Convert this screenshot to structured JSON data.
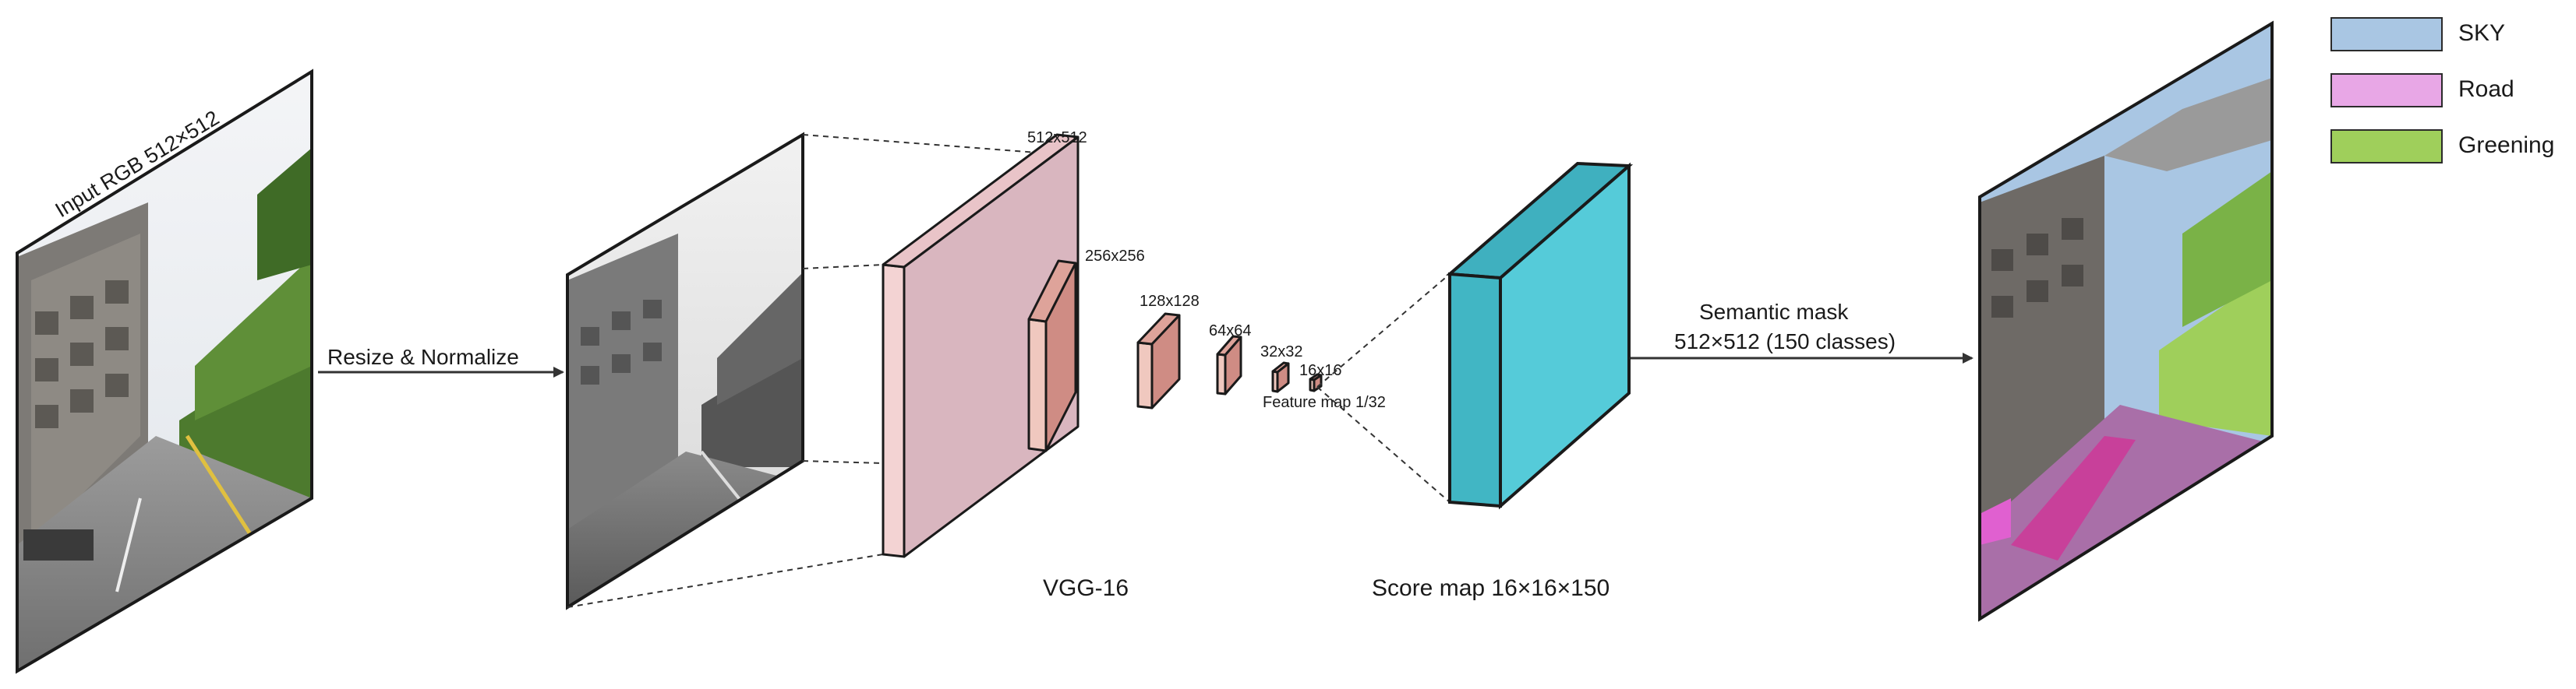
{
  "input_label": "Input RGB 512×512",
  "arrow1_label": "Resize & Normalize",
  "blocks": [
    {
      "label": "512x512"
    },
    {
      "label": "256x256"
    },
    {
      "label": "128x128"
    },
    {
      "label": "64x64"
    },
    {
      "label": "32x32"
    },
    {
      "label": "16x16"
    }
  ],
  "feature_map_label": "Feature map 1/32",
  "backbone_label": "VGG-16",
  "score_map_label": "Score map 16×16×150",
  "output_label_line1": "Semantic mask",
  "output_label_line2": "512×512 (150 classes)",
  "legend": [
    {
      "label": "SKY",
      "color": "#a9c6e3"
    },
    {
      "label": "Road",
      "color": "#e8a7e6"
    },
    {
      "label": "Greening",
      "color": "#9fcf5b"
    }
  ],
  "colors": {
    "block_large_face": "#d9b6bf",
    "block_small_face": "#cf8c84",
    "score_map_face": "#55cbd9",
    "outline": "#1a1a1a"
  }
}
